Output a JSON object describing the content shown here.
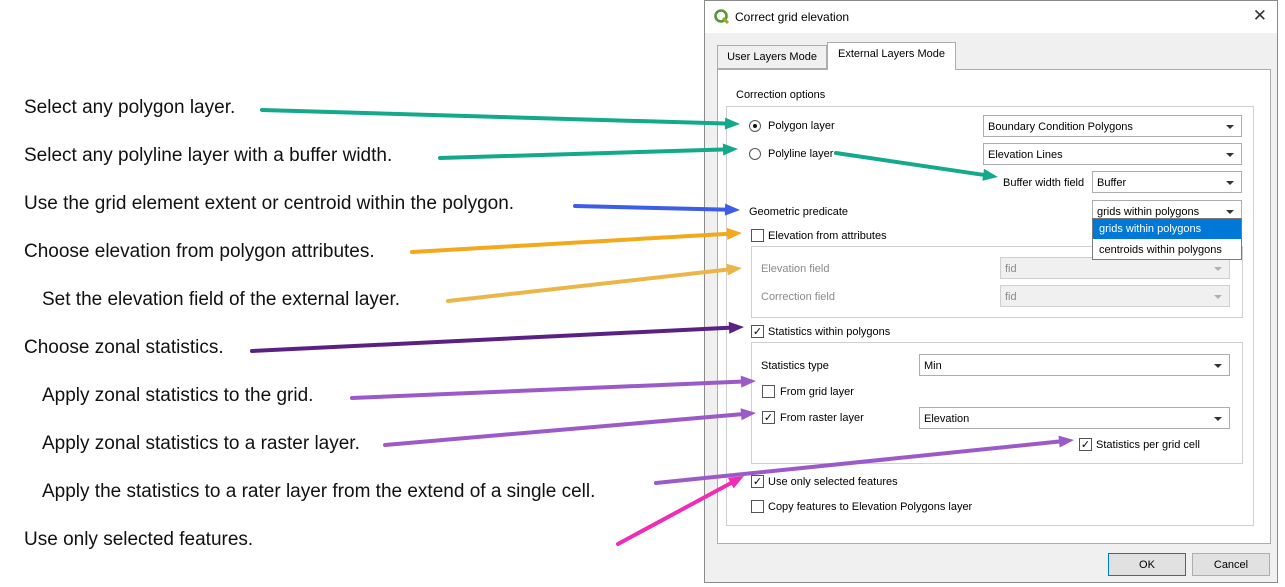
{
  "annotations": [
    "Select any polygon layer.",
    "Select any polyline layer with a buffer width.",
    "Use the grid element extent or centroid within the polygon.",
    "Choose elevation from polygon attributes.",
    "Set the elevation field of the external layer.",
    "Choose zonal statistics.",
    "Apply zonal statistics to the grid.",
    "Apply zonal statistics to a raster layer.",
    "Apply the statistics to a rater layer from the extend of a single cell.",
    "Use only selected features."
  ],
  "arrow_colors": [
    "#13a98a",
    "#13a98a",
    "#3d5ce8",
    "#f2a91c",
    "#ebb548",
    "#5b2083",
    "#9b5ac8",
    "#9b5ac8",
    "#9b5ac8",
    "#f02cb4"
  ],
  "dialog": {
    "title": "Correct grid elevation",
    "close_glyph": "✕",
    "tabs": [
      "User Layers Mode",
      "External Layers Mode"
    ],
    "correction_options_label": "Correction options",
    "polygon_layer": {
      "label": "Polygon layer",
      "value": "Boundary Condition Polygons",
      "selected": true
    },
    "polyline_layer": {
      "label": "Polyline layer",
      "value": "Elevation Lines",
      "selected": false
    },
    "buffer_width": {
      "label": "Buffer width field",
      "value": "Buffer"
    },
    "geometric_predicate": {
      "label": "Geometric predicate",
      "value": "grids within polygons",
      "options": [
        "grids within polygons",
        "centroids within polygons"
      ]
    },
    "elevation_from_attributes": {
      "label": "Elevation from attributes",
      "checked": false
    },
    "elevation_field": {
      "label": "Elevation field",
      "value": "fid"
    },
    "correction_field": {
      "label": "Correction field",
      "value": "fid"
    },
    "statistics_within_polygons": {
      "label": "Statistics within polygons",
      "checked": true
    },
    "statistics_type": {
      "label": "Statistics type",
      "value": "Min"
    },
    "from_grid_layer": {
      "label": "From grid layer",
      "checked": false
    },
    "from_raster_layer": {
      "label": "From raster layer",
      "checked": true,
      "value": "Elevation"
    },
    "statistics_per_grid_cell": {
      "label": "Statistics per grid cell",
      "checked": true
    },
    "use_only_selected": {
      "label": "Use only selected features",
      "checked": true
    },
    "copy_features": {
      "label": "Copy features to Elevation Polygons layer",
      "checked": false
    },
    "check_glyph": "✓",
    "ok_label": "OK",
    "cancel_label": "Cancel"
  }
}
